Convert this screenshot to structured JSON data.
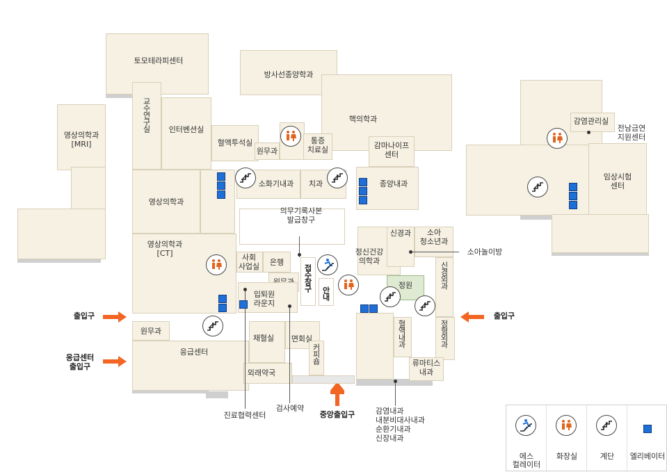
{
  "rooms": {
    "tomotherapy": "토모테라피센터",
    "radiation_oncology": "방사선종양학과",
    "imaging_mri": "영상의학과\n[MRI]",
    "professor_lab": "교수연구실",
    "intervention": "인터벤션실",
    "dialysis": "혈액투석실",
    "admin_office_top": "원무과",
    "pain_clinic": "통증\n치료실",
    "nuclear_medicine": "핵의학과",
    "gamma_knife": "감마나이프\n센터",
    "imaging_main": "영상의학과",
    "gastro": "소화기내과",
    "dental": "치과",
    "oncology": "종양내과",
    "records": "의무기록사본\n발급창구",
    "imaging_ct": "영상의학과\n[CT]",
    "social_work": "사회\n사업실",
    "bank": "은행",
    "reception": "접수창구",
    "info": "안내",
    "psychiatry": "정신건강\n의학과",
    "neurology": "신경과",
    "pediatrics": "소아\n청소년과",
    "playroom": "소아놀이방",
    "garden": "정원",
    "neurosurgery": "신경외과",
    "orthopedics": "정형외과",
    "admin_office_mid": "원무과",
    "admission_lounge": "입퇴원\n라운지",
    "admin_office_left": "원무과",
    "emergency": "응급센터",
    "blood_collection": "채혈실",
    "visiting": "면회실",
    "coffee_shop": "커피숍",
    "outpatient_pharmacy": "외래약국",
    "hematology": "혈액내과",
    "rheumatology": "류마티스\n내과",
    "infection_control": "감염관리실",
    "smoking_cessation": "전남금연\n지원센터",
    "clinical_trial": "임상시험\n센터"
  },
  "callouts": {
    "care_coop": "진료협력센터",
    "exam_reservation": "검사예약",
    "central_entrance": "중앙출입구",
    "bottom_departments": "감염내과\n내분비대사내과\n순환기내과\n신장내과"
  },
  "entrances": {
    "left": "출입구",
    "emergency": "응급센터\n출입구",
    "right": "출입구"
  },
  "legend": [
    {
      "icon": "escalator-icon",
      "label": "에스\n컬레이터"
    },
    {
      "icon": "restroom-icon",
      "label": "화장실"
    },
    {
      "icon": "stairs-icon",
      "label": "계단"
    },
    {
      "icon": "elevator-icon",
      "label": "엘리베이터"
    }
  ],
  "colors": {
    "floor": "#f6f1e3",
    "arrow": "#f26522",
    "restroom": "#e2631d",
    "escalator": "#1e6fd8",
    "elevator": "#1e6fd8",
    "garden": "#dfead3"
  }
}
